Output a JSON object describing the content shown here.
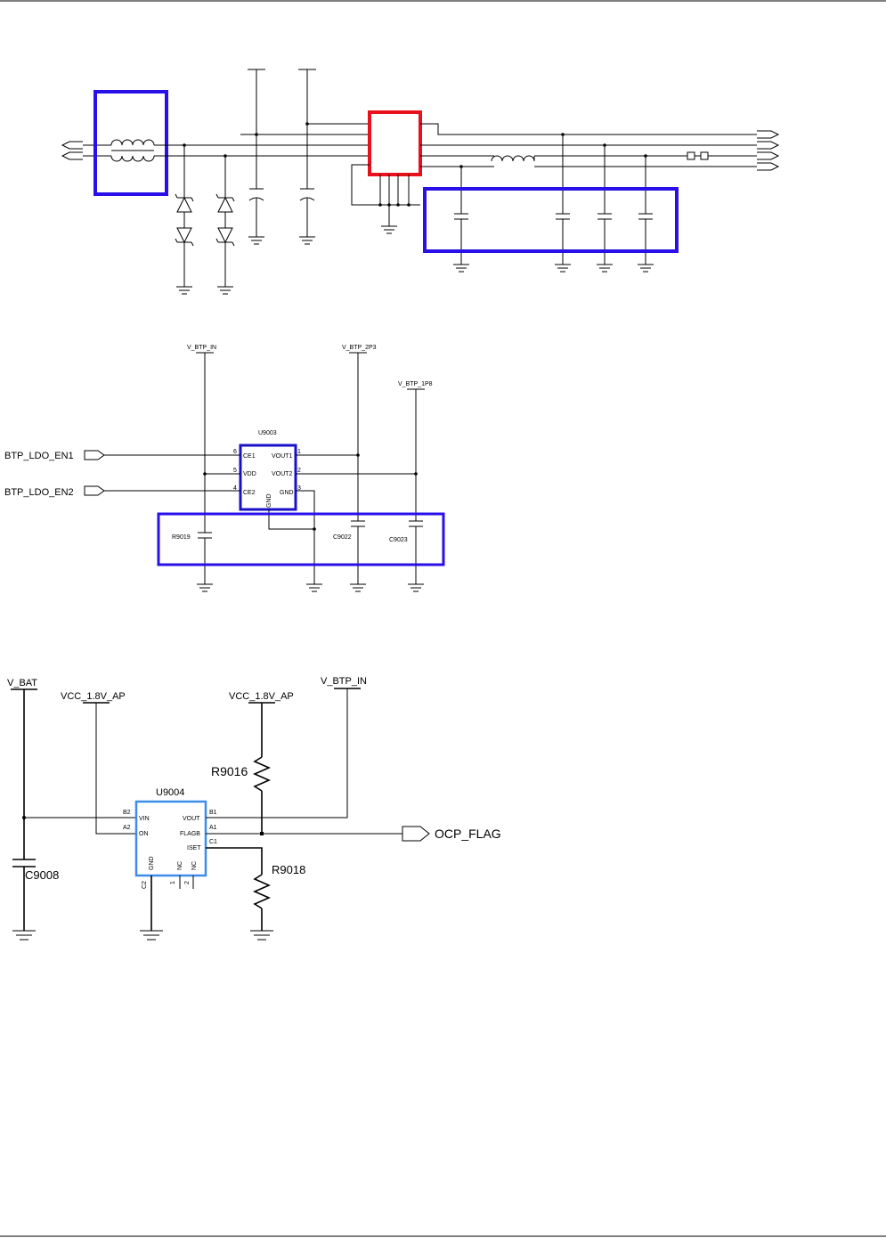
{
  "ldo_section": {
    "net_vin": "V_BTP_IN",
    "net_2p3": "V_BTP_2P3",
    "net_1p8": "V_BTP_1P8",
    "chip_ref": "U9003",
    "en1": "BTP_LDO_EN1",
    "en2": "BTP_LDO_EN2",
    "pins": {
      "ce1": "CE1",
      "vdd": "VDD",
      "ce2": "CE2",
      "vout1": "VOUT1",
      "vout2": "VOUT2",
      "gnd_r": "GND",
      "gnd_b": "GND",
      "n1": "1",
      "n2": "2",
      "n3": "3",
      "n4": "4",
      "n5": "5",
      "n6": "6"
    },
    "r9019": "R9019",
    "c9022": "C9022",
    "c9023": "C9023"
  },
  "ocp_section": {
    "net_vbat": "V_BAT",
    "net_vcc_left": "VCC_1.8V_AP",
    "net_vcc_right": "VCC_1.8V_AP",
    "net_vbtp": "V_BTP_IN",
    "chip_ref": "U9004",
    "r9016": "R9016",
    "r9018": "R9018",
    "c9008": "C9008",
    "flag_out": "OCP_FLAG",
    "pins": {
      "vin": "VIN",
      "on": "ON",
      "vout": "VOUT",
      "flagb": "FLAGB",
      "iset": "ISET",
      "gnd": "GND",
      "nc1": "NC",
      "nc2": "NC",
      "b2": "B2",
      "a2": "A2",
      "b1": "B1",
      "a1": "A1",
      "c1": "C1",
      "c2": "C2",
      "p1": "1",
      "p2": "2"
    }
  }
}
